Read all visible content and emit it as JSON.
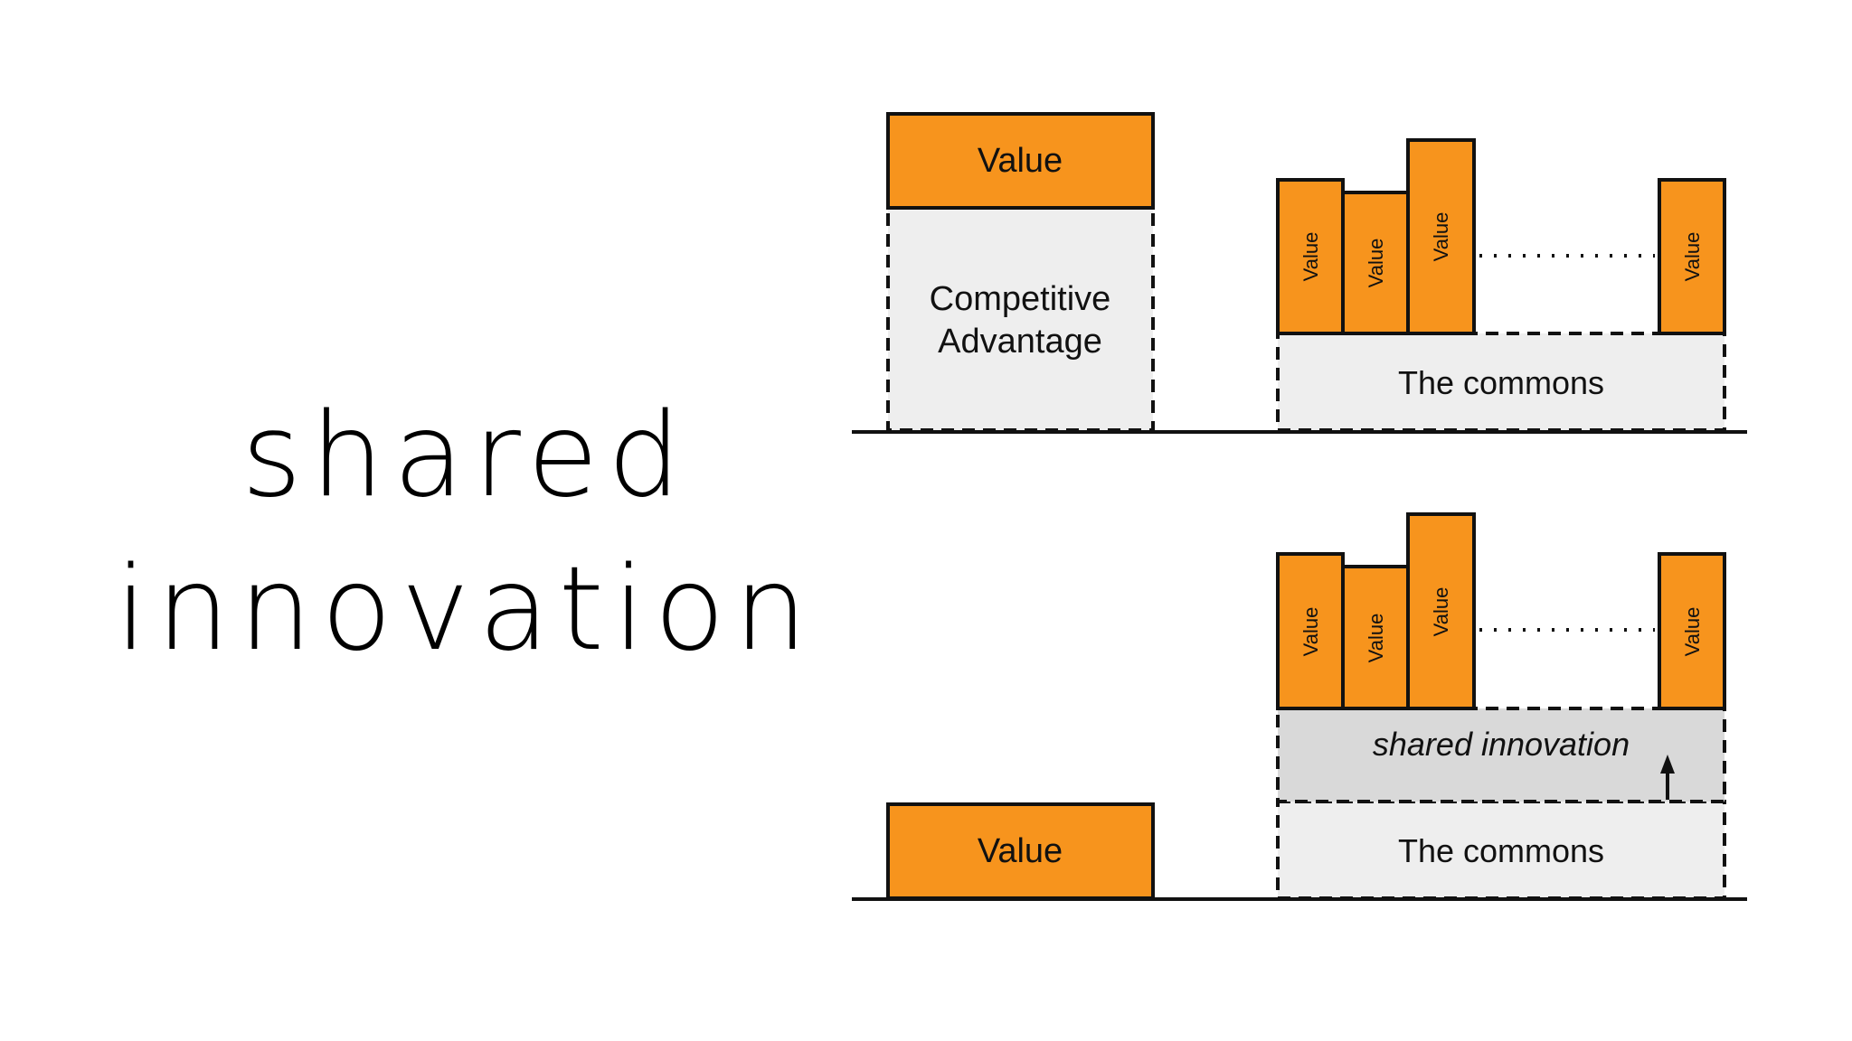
{
  "title": {
    "line1": "shared",
    "line2": "innovation"
  },
  "colors": {
    "value_fill": "#f7941d",
    "commons_fill": "#eeeeee",
    "shared_fill": "#d9d9d9",
    "stroke": "#111111"
  },
  "top_panel": {
    "value_label": "Value",
    "advantage_label_line1": "Competitive",
    "advantage_label_line2": "Advantage",
    "stack_labels": [
      "Value",
      "Value",
      "Value",
      "Value"
    ],
    "commons_label": "The commons"
  },
  "bottom_panel": {
    "value_label": "Value",
    "stack_labels": [
      "Value",
      "Value",
      "Value",
      "Value"
    ],
    "shared_label": "shared innovation",
    "commons_label": "The commons"
  }
}
